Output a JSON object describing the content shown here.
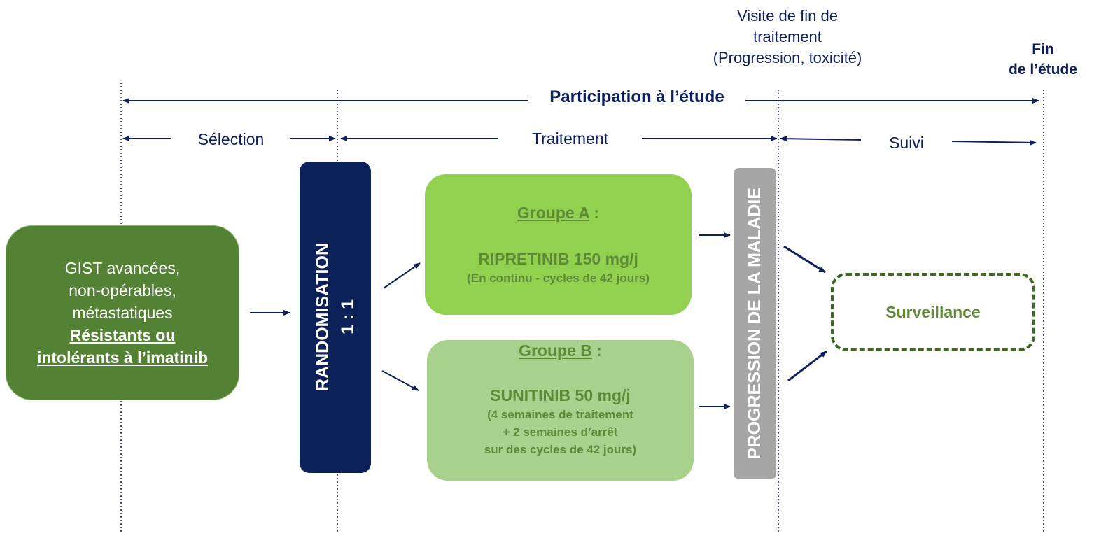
{
  "timeline": {
    "visit_note": [
      "Visite de fin de",
      "traitement",
      "(Progression, toxicité)"
    ],
    "end_of_study": [
      "Fin",
      "de l’étude"
    ],
    "participation": "Participation à l’étude",
    "phases": {
      "selection": "Sélection",
      "treatment": "Traitement",
      "follow_up": "Suivi"
    }
  },
  "population": {
    "lines": [
      "GIST avancées,",
      "non-opérables,",
      "métastatiques"
    ],
    "emphasis": [
      "Résistants ou",
      "intolérants à l’imatinib"
    ]
  },
  "randomisation": {
    "label": "RANDOMISATION",
    "ratio": "1 : 1"
  },
  "group_a": {
    "title": "Groupe A",
    "title_suffix": " :",
    "drug": "RIPRETINIB 150 mg/j",
    "details": [
      "(En continu - cycles de 42 jours)"
    ]
  },
  "group_b": {
    "title": "Groupe B",
    "title_suffix": " :",
    "drug": "SUNITINIB 50 mg/j",
    "details": [
      "(4 semaines de traitement",
      "+ 2 semaines d’arrêt",
      "sur des cycles de 42 jours)"
    ]
  },
  "progression": {
    "label": "PROGRESSION DE LA MALADIE"
  },
  "surveillance": {
    "label": "Surveillance"
  },
  "colors": {
    "navy": "#0d1f5c",
    "population_green": "#548235",
    "group_a_green": "#92d050",
    "group_b_green": "#a9d18e",
    "progression_gray": "#a6a6a6"
  }
}
